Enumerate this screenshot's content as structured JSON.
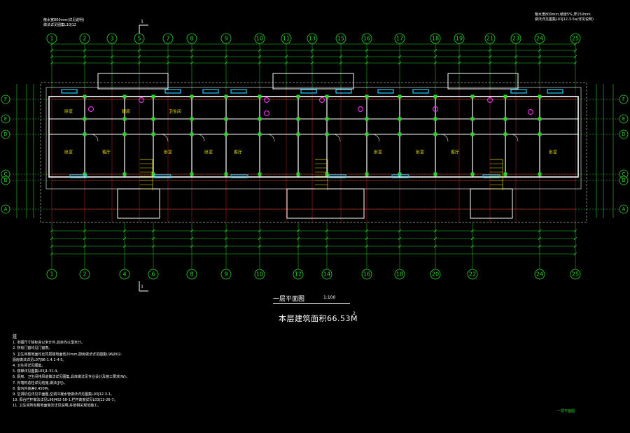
{
  "drawing": {
    "top_note_left": [
      "散水宽800mm(详见说明)",
      "做法详见图集L10J12"
    ],
    "top_note_right": [
      "散水宽800mm,坡度5%,厚150mm",
      "做法详见图集L03J12-3-5a(详见说明)"
    ],
    "plan_title": "一层平面图",
    "plan_scale": "1:100",
    "area_label": "本层建筑面积66.53M",
    "area_unit_sup": "2",
    "notes_head": "注",
    "notes": [
      "1. 本图尺寸除标高以米计外,其余均以毫米计。",
      "2. 所有门窗均见门窗表。",
      "3. 卫生间楼地面均比同层楼地面低20mm,厨房做法详见图集L96J002-",
      "   厨房做法详见L07J96-1.4.1-4-5。",
      "4. 卫生间详见图集。",
      "5. 楼梯详见图集L05J1-31-4。",
      "6. 厨房、卫生间排风道做法详见图集,具体做法见专业设计及施工要求(W)。",
      "7. 外墙构造柱详见结施,做法(JYJ)。",
      "8. 室内外高差0.450M。",
      "9. 空调机位详见平面图,空调冷凝水管做法详见图集L03J12-3-1。",
      "10. 阳台栏杆做法详见L96J402-58-1,栏杆高度详见L03J12-26-7。",
      "11. 卫生间所有楼地面做法详见说明,并按相关规范施工。"
    ],
    "corner_stamp": "一层平面图",
    "axis_top": [
      "1",
      "2",
      "3",
      "5",
      "7",
      "8",
      "9",
      "10",
      "11",
      "13",
      "15",
      "16",
      "17",
      "18",
      "19",
      "21",
      "23",
      "24",
      "25"
    ],
    "axis_bottom": [
      "1",
      "2",
      "4",
      "6",
      "8",
      "9",
      "10",
      "12",
      "14",
      "16",
      "18",
      "20",
      "22",
      "24",
      "25"
    ],
    "axis_rows": [
      "F",
      "E",
      "D",
      "C",
      "B",
      "A"
    ],
    "section_mark": "1",
    "room_labels": [
      "卧室",
      "卧室",
      "客厅",
      "卧室",
      "厨房",
      "卫生间",
      "卧室",
      "客厅",
      "卧室",
      "卧室",
      "客厅",
      "卧室"
    ],
    "colors": {
      "axis": "#2bd42b",
      "wall": "#ffffff",
      "red": "#ff2a2a",
      "magenta": "#e030e0",
      "cyan": "#20d0ff",
      "yellow": "#e8e000",
      "bg": "#000000"
    }
  }
}
